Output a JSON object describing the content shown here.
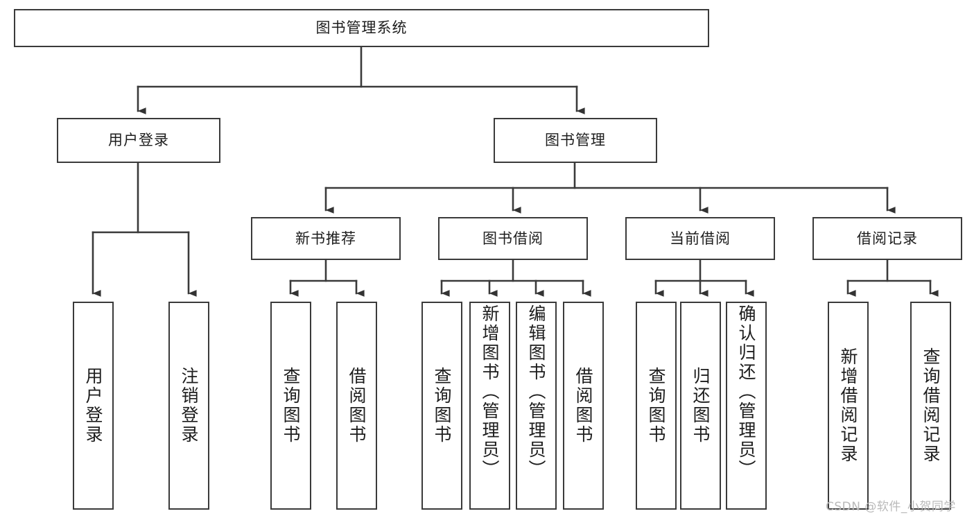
{
  "diagram": {
    "title": "图书管理系统",
    "type": "tree-hierarchy-chart",
    "orientation": "top-down",
    "colors": {
      "box_border": "#3a3a3a",
      "box_fill": "#ffffff",
      "connector": "#3a3a3a",
      "text": "#1d1d1d",
      "watermark": "#b9b9b9",
      "background": "#ffffff"
    }
  },
  "root": {
    "label": "图书管理系统"
  },
  "level2": [
    {
      "label": "用户登录"
    },
    {
      "label": "图书管理"
    }
  ],
  "level3": [
    {
      "label": "新书推荐"
    },
    {
      "label": "图书借阅"
    },
    {
      "label": "当前借阅"
    },
    {
      "label": "借阅记录"
    }
  ],
  "leaves": {
    "user_login": [
      {
        "label": "用户登录"
      },
      {
        "label": "注销登录"
      }
    ],
    "new_book_recommend": [
      {
        "label": "查询图书"
      },
      {
        "label": "借阅图书"
      }
    ],
    "book_borrow": [
      {
        "label": "查询图书"
      },
      {
        "label": "新增图书（管理员）"
      },
      {
        "label": "编辑图书（管理员）"
      },
      {
        "label": "借阅图书"
      }
    ],
    "current_borrow": [
      {
        "label": "查询图书"
      },
      {
        "label": "归还图书"
      },
      {
        "label": "确认归还（管理员）"
      }
    ],
    "borrow_record": [
      {
        "label": "新增借阅记录"
      },
      {
        "label": "查询借阅记录"
      }
    ]
  },
  "watermark": {
    "text": "CSDN @软件_小贺同学"
  }
}
